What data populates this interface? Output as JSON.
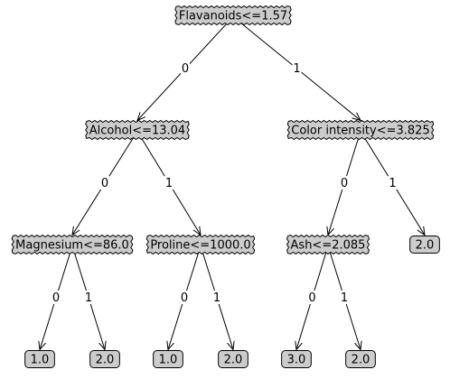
{
  "colors": {
    "node_fill": "#cccccc",
    "edge": "#000000",
    "text": "#000000",
    "background": "#ffffff"
  },
  "tree": {
    "nodes": [
      {
        "id": "n0",
        "label": "Flavanoids<=1.57",
        "kind": "decision"
      },
      {
        "id": "n1",
        "label": "Alcohol<=13.04",
        "kind": "decision"
      },
      {
        "id": "n2",
        "label": "Color intensity<=3.825",
        "kind": "decision"
      },
      {
        "id": "n3",
        "label": "Magnesium<=86.0",
        "kind": "decision"
      },
      {
        "id": "n4",
        "label": "Proline<=1000.0",
        "kind": "decision"
      },
      {
        "id": "n5",
        "label": "Ash<=2.085",
        "kind": "decision"
      },
      {
        "id": "n6",
        "label": "2.0",
        "kind": "leaf"
      },
      {
        "id": "n7",
        "label": "1.0",
        "kind": "leaf"
      },
      {
        "id": "n8",
        "label": "2.0",
        "kind": "leaf"
      },
      {
        "id": "n9",
        "label": "1.0",
        "kind": "leaf"
      },
      {
        "id": "n10",
        "label": "2.0",
        "kind": "leaf"
      },
      {
        "id": "n11",
        "label": "3.0",
        "kind": "leaf"
      },
      {
        "id": "n12",
        "label": "2.0",
        "kind": "leaf"
      }
    ],
    "edges": [
      {
        "from": "n0",
        "to": "n1",
        "label": "0"
      },
      {
        "from": "n0",
        "to": "n2",
        "label": "1"
      },
      {
        "from": "n1",
        "to": "n3",
        "label": "0"
      },
      {
        "from": "n1",
        "to": "n4",
        "label": "1"
      },
      {
        "from": "n2",
        "to": "n5",
        "label": "0"
      },
      {
        "from": "n2",
        "to": "n6",
        "label": "1"
      },
      {
        "from": "n3",
        "to": "n7",
        "label": "0"
      },
      {
        "from": "n3",
        "to": "n8",
        "label": "1"
      },
      {
        "from": "n4",
        "to": "n9",
        "label": "0"
      },
      {
        "from": "n4",
        "to": "n10",
        "label": "1"
      },
      {
        "from": "n5",
        "to": "n11",
        "label": "0"
      },
      {
        "from": "n5",
        "to": "n12",
        "label": "1"
      }
    ]
  }
}
